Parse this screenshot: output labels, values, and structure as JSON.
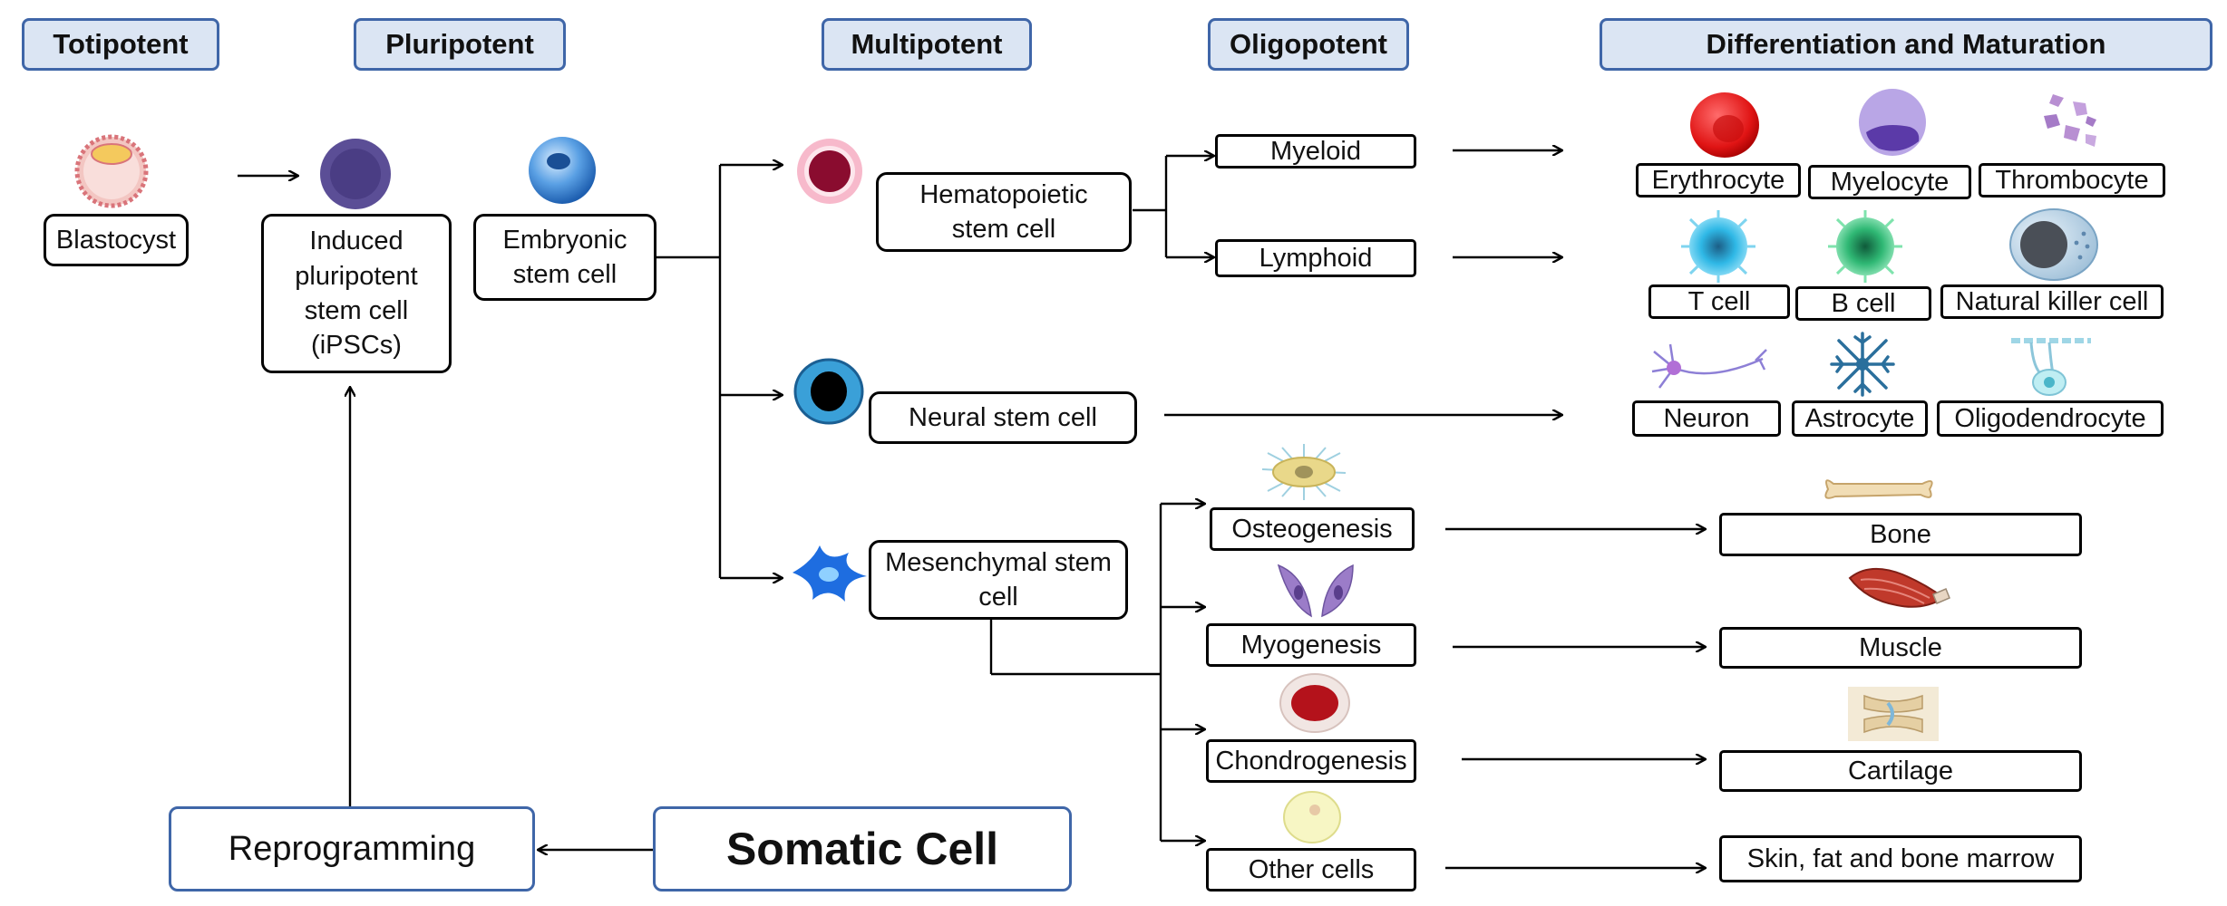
{
  "headers": {
    "totipotent": "Totipotent",
    "pluripotent": "Pluripotent",
    "multipotent": "Multipotent",
    "oligopotent": "Oligopotent",
    "differentiation": "Differentiation and Maturation"
  },
  "stem_cells": {
    "blastocyst": "Blastocyst",
    "ipsc": "Induced\npluripotent\nstem cell\n(iPSCs)",
    "embryonic": "Embryonic\nstem cell",
    "hematopoietic": "Hematopoietic\nstem cell",
    "neural": "Neural stem cell",
    "mesenchymal": "Mesenchymal stem\ncell"
  },
  "oligopotent": {
    "myeloid": "Myeloid",
    "lymphoid": "Lymphoid",
    "osteogenesis": "Osteogenesis",
    "myogenesis": "Myogenesis",
    "chondrogenesis": "Chondrogenesis",
    "other_cells": "Other cells"
  },
  "mature": {
    "erythrocyte": "Erythrocyte",
    "myelocyte": "Myelocyte",
    "thrombocyte": "Thrombocyte",
    "t_cell": "T cell",
    "b_cell": "B cell",
    "nk_cell": "Natural killer cell",
    "neuron": "Neuron",
    "astrocyte": "Astrocyte",
    "oligodendrocyte": "Oligodendrocyte",
    "bone": "Bone",
    "muscle": "Muscle",
    "cartilage": "Cartilage",
    "skin_fat": "Skin, fat and bone marrow"
  },
  "bottom": {
    "reprogramming": "Reprogramming",
    "somatic": "Somatic Cell"
  },
  "colors": {
    "header_fill": "#dbe5f3",
    "header_border": "#3f66a8",
    "line": "#000000"
  }
}
